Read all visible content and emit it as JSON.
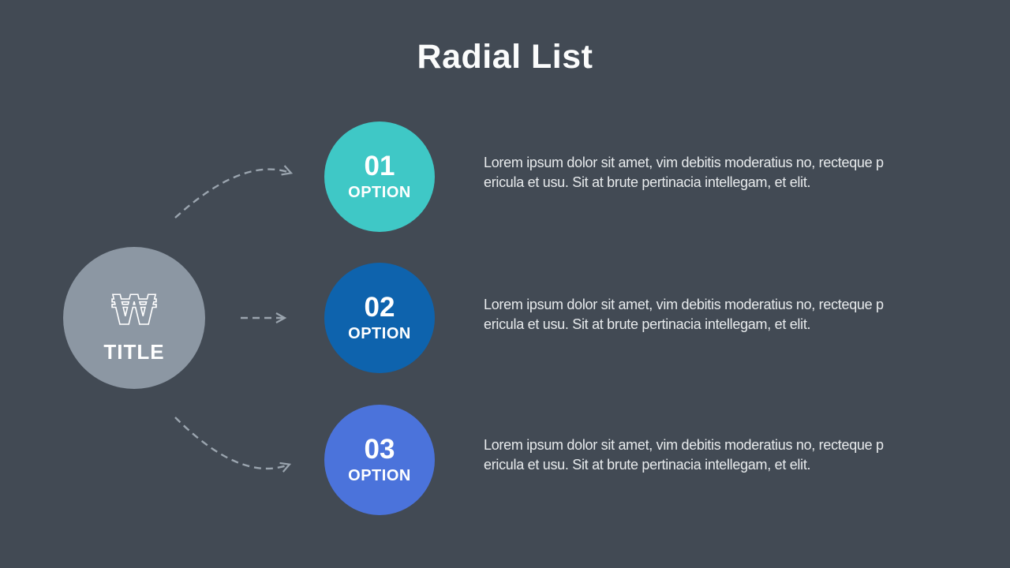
{
  "slide": {
    "title": "Radial List",
    "background_color": "#424A54"
  },
  "hub": {
    "label": "TITLE",
    "icon": "won-currency-icon",
    "icon_glyph": "₩",
    "color": "#8C97A3"
  },
  "connectors": {
    "color": "#9AA4AE",
    "style": "dashed"
  },
  "options": [
    {
      "number": "01",
      "label": "OPTION",
      "color": "#3FC8C6",
      "description_lines": [
        "Lorem ipsum dolor sit amet, vim debitis moderatius no, recteque p",
        "ericula et usu. Sit at brute pertinacia intellegam, et elit."
      ]
    },
    {
      "number": "02",
      "label": "OPTION",
      "color": "#0E63AD",
      "description_lines": [
        "Lorem ipsum dolor sit amet, vim debitis moderatius no, recteque p",
        "ericula et usu. Sit at brute pertinacia intellegam, et elit."
      ]
    },
    {
      "number": "03",
      "label": "OPTION",
      "color": "#4B73DB",
      "description_lines": [
        "Lorem ipsum dolor sit amet, vim debitis moderatius no, recteque p",
        "ericula et usu. Sit at brute pertinacia intellegam, et elit."
      ]
    }
  ]
}
